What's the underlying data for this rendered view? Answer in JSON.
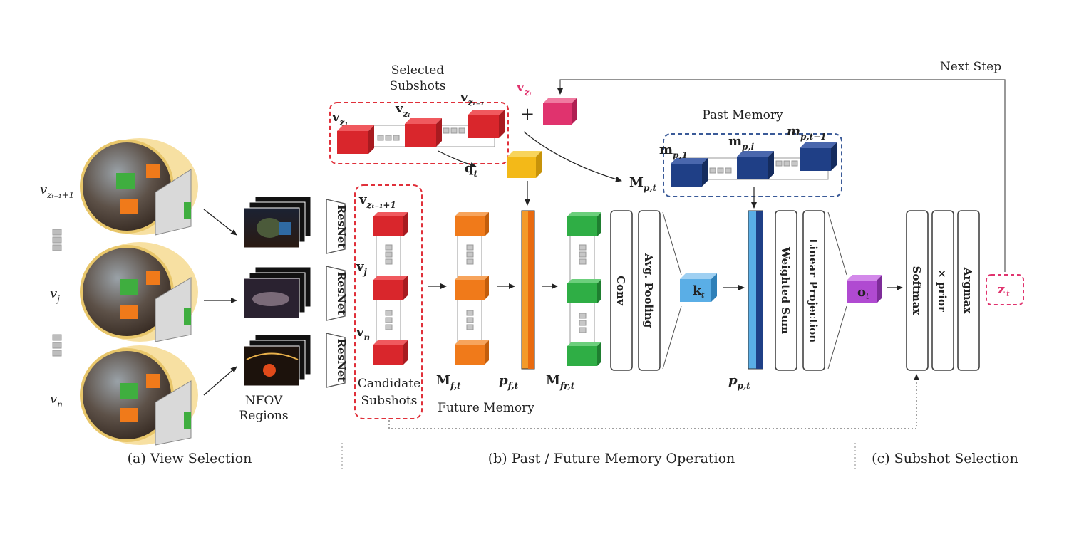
{
  "labels": {
    "selected_subshots_1": "Selected",
    "selected_subshots_2": "Subshots",
    "past_memory": "Past Memory",
    "next_step": "Next Step",
    "nfov_1": "NFOV",
    "nfov_2": "Regions",
    "candidate_1": "Candidate",
    "candidate_2": "Subshots",
    "future_memory": "Future Memory",
    "plus": "+"
  },
  "blocks": {
    "resnet": "ResNet",
    "conv": "Conv",
    "avg_pooling": "Avg. Pooling",
    "weighted_sum": "Weighted Sum",
    "linear_projection": "Linear Projection",
    "softmax": "Softmax",
    "prior": "× prior",
    "argmax": "Argmax"
  },
  "math": {
    "v_z1": "v",
    "v_z1_sub": "z₁",
    "v_zi": "v",
    "v_zi_sub": "zᵢ",
    "v_zt1": "v",
    "v_zt1_sub": "zₜ₋₁",
    "v_zt": "v",
    "v_zt_sub": "zₜ",
    "q_t": "q",
    "q_t_sub": "t",
    "M_pt": "M",
    "M_pt_sub": "p,t",
    "m_p1": "m",
    "m_p1_sub": "p,1",
    "m_pi": "m",
    "m_pi_sub": "p,i",
    "m_pt1": "m",
    "m_pt1_sub": "p,t−1",
    "v_cand": "v",
    "v_cand_sub": "zₜ₋₁+1",
    "v_j": "v",
    "v_j_sub": "j",
    "v_n": "v",
    "v_n_sub": "n",
    "M_ft": "M",
    "M_ft_sub": "f,t",
    "p_ft": "p",
    "p_ft_sub": "f,t",
    "M_frt": "M",
    "M_frt_sub": "fr,t",
    "k_t": "k",
    "k_t_sub": "t",
    "p_pt": "p",
    "p_pt_sub": "p,t",
    "o_t": "o",
    "o_t_sub": "t",
    "z_t": "z",
    "z_t_sub": "t",
    "left_v_z": "v",
    "left_v_z_sub": "zₜ₋₁+1",
    "left_v_j": "v",
    "left_v_j_sub": "j",
    "left_v_n": "v",
    "left_v_n_sub": "n"
  },
  "captions": {
    "a": "(a) View Selection",
    "b": "(b) Past / Future Memory Operation",
    "c": "(c) Subshot Selection"
  },
  "colors": {
    "red": "#d9262c",
    "orange": "#f07a1a",
    "green": "#2fae45",
    "navy": "#1f3f86",
    "blue": "#5aaee6",
    "purple": "#b04ad1",
    "yellow": "#f3b918",
    "pink": "#e0336e",
    "red_dash": "#e0303a",
    "navy_dash": "#3a5a98"
  }
}
